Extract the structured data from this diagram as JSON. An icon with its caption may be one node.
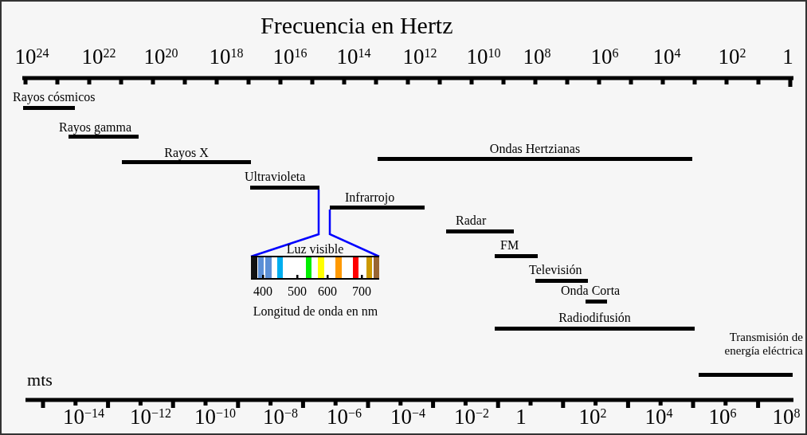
{
  "diagram": {
    "title": "Frecuencia en Hertz",
    "nodes": [
      {
        "text": [
          "Rayos cósmicos"
        ]
      },
      {
        "text": [
          "Rayos gamma"
        ]
      },
      {
        "text": [
          "Rayos X"
        ]
      },
      {
        "text": [
          "Ondas Hertzianas"
        ]
      },
      {
        "text": [
          "Ultravioleta"
        ]
      },
      {
        "text": [
          "Infrarrojo"
        ]
      },
      {
        "text": [
          "Radar"
        ]
      },
      {
        "text": [
          "Luz visible"
        ]
      },
      {
        "text": [
          "FM"
        ]
      },
      {
        "text": [
          "Televisión"
        ]
      },
      {
        "text": [
          "Onda Corta"
        ]
      },
      {
        "text": [
          "Radiodifusión"
        ]
      },
      {
        "text": [
          "Transmisión de energía eléctrica"
        ]
      }
    ],
    "edges": [
      {
        "from": 4,
        "to": 7,
        "arrow": "none",
        "color": "#0000ff"
      },
      {
        "from": 5,
        "to": 7,
        "arrow": "none",
        "color": "#0000ff"
      }
    ],
    "labels": [
      "10$^{24}$",
      "10$^{22}$",
      "10$^{20}$",
      "10$^{18}$",
      "10$^{16}$",
      "10$^{14}$",
      "10$^{12}$",
      "10$^{10}$",
      "10$^{8}$",
      "10$^{6}$",
      "10$^{4}$",
      "10$^{2}$",
      "1",
      "400",
      "500",
      "600",
      "700",
      "Longitud de onda en nm",
      "mts",
      "10$^{−14}$",
      "10$^{−12}$",
      "10$^{−10}$",
      "10$^{−8}$",
      "10$^{−6}$",
      "10$^{−4}$",
      "10$^{−2}$",
      "1",
      "10$^{2}$",
      "10$^{4}$",
      "10$^{6}$",
      "10$^{8}$"
    ]
  }
}
